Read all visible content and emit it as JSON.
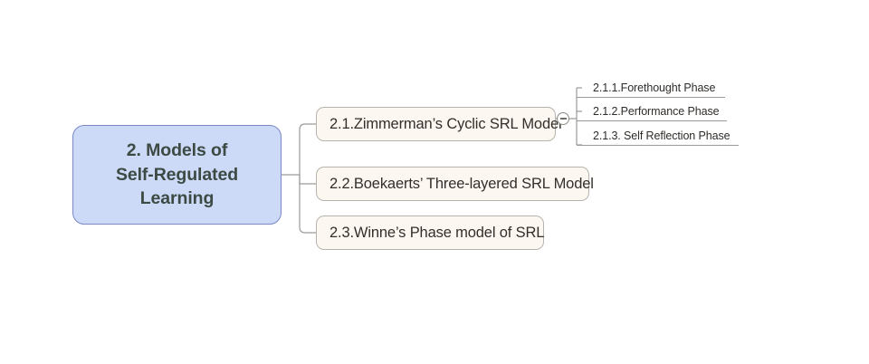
{
  "diagram": {
    "type": "mind-map",
    "background_color": "#ffffff",
    "root": {
      "id": "root",
      "text": "2. Models of\nSelf-Regulated\nLearning",
      "fill_color": "#ccdaf8",
      "border_color": "#7c88c6",
      "text_color": "#3d4a44"
    },
    "children": [
      {
        "id": "child-1",
        "label": "2.1.Zimmerman’s Cyclic SRL Model",
        "fill_color": "#fdf7f1",
        "border_color": "#b6b4ae",
        "text_color": "#322f2c",
        "toggle": {
          "name": "collapse-toggle",
          "state": "expanded",
          "glyph": "minus"
        },
        "children": [
          {
            "id": "leaf-1",
            "label": "2.1.1.Forethought Phase"
          },
          {
            "id": "leaf-2",
            "label": "2.1.2.Performance Phase"
          },
          {
            "id": "leaf-3",
            "label": "2.1.3. Self Reflection Phase"
          }
        ]
      },
      {
        "id": "child-2",
        "label": "2.2.Boekaerts’ Three-layered SRL Model",
        "fill_color": "#fdf7f1",
        "border_color": "#b6b4ae",
        "text_color": "#322f2c",
        "children": []
      },
      {
        "id": "child-3",
        "label": "2.3.Winne’s Phase model of SRL",
        "fill_color": "#fdf7f1",
        "border_color": "#b6b4ae",
        "text_color": "#322f2c",
        "children": []
      }
    ],
    "connector_color": "#9a9a96"
  }
}
